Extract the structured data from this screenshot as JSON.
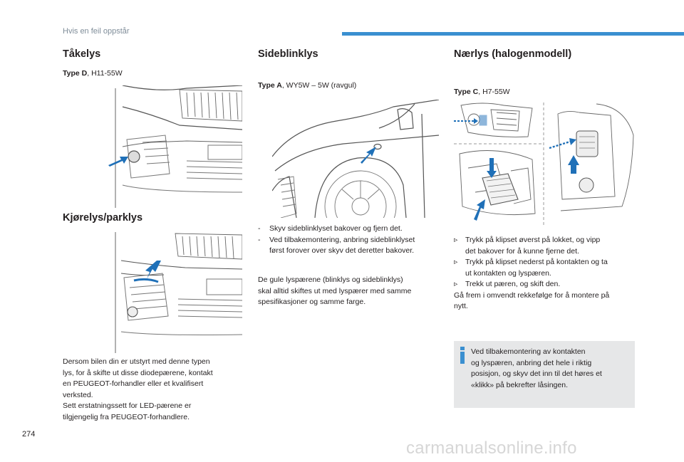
{
  "header": {
    "section": "Hvis en feil oppstår"
  },
  "column1": {
    "heading1": "Tåkelys",
    "spec1": {
      "type": "Type D",
      "value": ", H11-55W"
    },
    "heading2": "Kjørelys/parklys",
    "paragraph": [
      "Dersom bilen din er utstyrt med denne typen",
      "lys, for å skifte ut disse diodepærene, kontakt",
      "en PEUGEOT-forhandler eller et kvalifisert",
      "verksted.",
      "Sett erstatningssett for LED-pærene er",
      "tilgjengelig fra PEUGEOT-forhandlere."
    ]
  },
  "column2": {
    "heading": "Sideblinklys",
    "spec": {
      "type": "Type A",
      "value": ", WY5W – 5W (ravgul)"
    },
    "steps": [
      {
        "marker": "-",
        "lines": [
          "Skyv sideblinklyset bakover og fjern det."
        ]
      },
      {
        "marker": "-",
        "lines": [
          "Ved tilbakemontering, anbring sideblinklyset",
          "først forover over skyv det deretter bakover."
        ]
      }
    ],
    "note": [
      "De gule lyspærene (blinklys og sideblinklys)",
      "skal alltid skiftes ut med lyspærer med samme",
      "spesifikasjoner og samme farge."
    ]
  },
  "column3": {
    "heading": "Nærlys (halogenmodell)",
    "spec": {
      "type": "Type C",
      "value": ", H7-55W"
    },
    "steps": [
      {
        "marker": "",
        "lines": [
          "Trykk på klipset øverst på lokket, og vipp",
          "det bakover for å kunne fjerne det."
        ]
      },
      {
        "marker": "",
        "lines": [
          "Trykk på klipset nederst på kontakten og ta",
          "ut kontakten og lyspæren."
        ]
      },
      {
        "marker": "",
        "lines": [
          "Trekk ut pæren, og skift den."
        ]
      }
    ],
    "closing": [
      "Gå frem i omvendt rekkefølge for å montere på",
      "nytt."
    ],
    "info": [
      "Ved tilbakemontering av kontakten",
      "og lyspæren, anbring det hele i riktig",
      "posisjon, og skyv det inn til det høres et",
      "«klikk» på bekrefter låsingen."
    ]
  },
  "footer": {
    "page_number": "274",
    "watermark": "carmanualsonline.info"
  },
  "colors": {
    "accent": "#3a8fd0",
    "arrow": "#1f70b8",
    "info_bg": "#e6e7e8"
  }
}
